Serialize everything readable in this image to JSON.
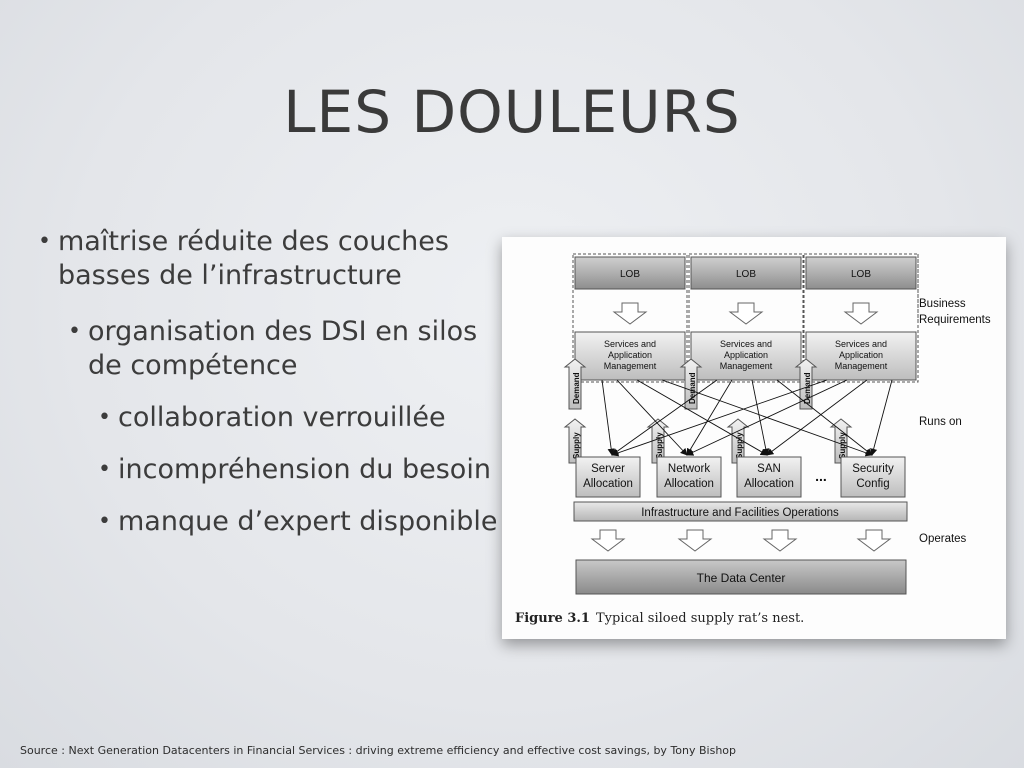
{
  "slide": {
    "title": "LES DOULEURS",
    "bullets": [
      {
        "level": 1,
        "text": "maîtrise réduite des couches basses de l’infrastructure"
      },
      {
        "level": 2,
        "text": "organisation des DSI en silos de compétence"
      },
      {
        "level": 3,
        "text": "collaboration verrouillée"
      },
      {
        "level": 3,
        "text": "incompréhension du besoin"
      },
      {
        "level": 3,
        "text": "manque d’expert disponible"
      }
    ],
    "source": "Source : Next Generation Datacenters in Financial Services : driving extreme efficiency  and effective cost savings, by Tony Bishop"
  },
  "figure": {
    "lob": [
      "LOB",
      "LOB",
      "LOB"
    ],
    "services": [
      "Services and",
      "Application",
      "Management"
    ],
    "demand": "Demand",
    "supply": "Supply",
    "allocations": [
      {
        "line1": "Server",
        "line2": "Allocation"
      },
      {
        "line1": "Network",
        "line2": "Allocation"
      },
      {
        "line1": "SAN",
        "line2": "Allocation"
      },
      {
        "line1": "Security",
        "line2": "Config"
      }
    ],
    "ellipsis": "...",
    "infra": "Infrastructure and Facilities Operations",
    "datacenter": "The Data Center",
    "side_labels": {
      "business_1": "Business",
      "business_2": "Requirements",
      "runs_on": "Runs on",
      "operates": "Operates"
    },
    "caption_label": "Figure 3.1",
    "caption_text": "Typical siloed supply rat’s nest."
  }
}
